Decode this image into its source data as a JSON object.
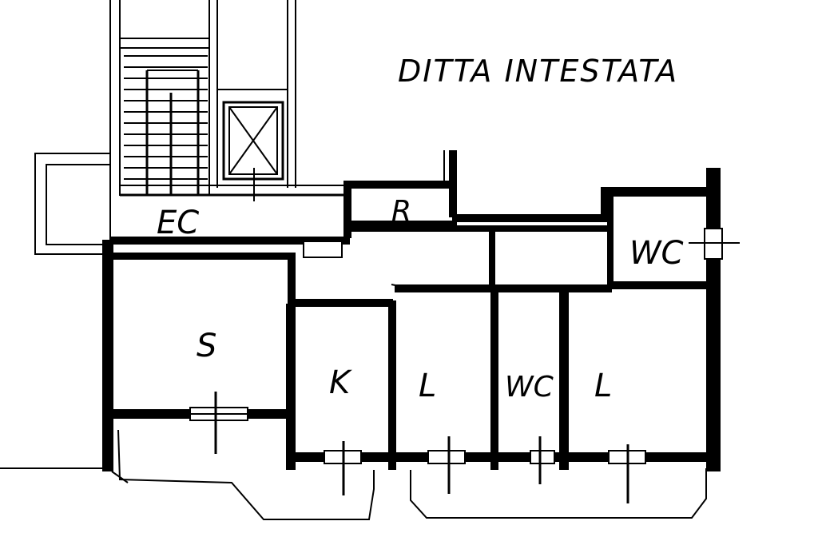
{
  "title": "DITTA INTESTATA",
  "rooms": {
    "ec": "EC",
    "r": "R",
    "wc_top": "WC",
    "s": "S",
    "k": "K",
    "l_left": "L",
    "wc_mid": "WC",
    "l_right": "L"
  }
}
